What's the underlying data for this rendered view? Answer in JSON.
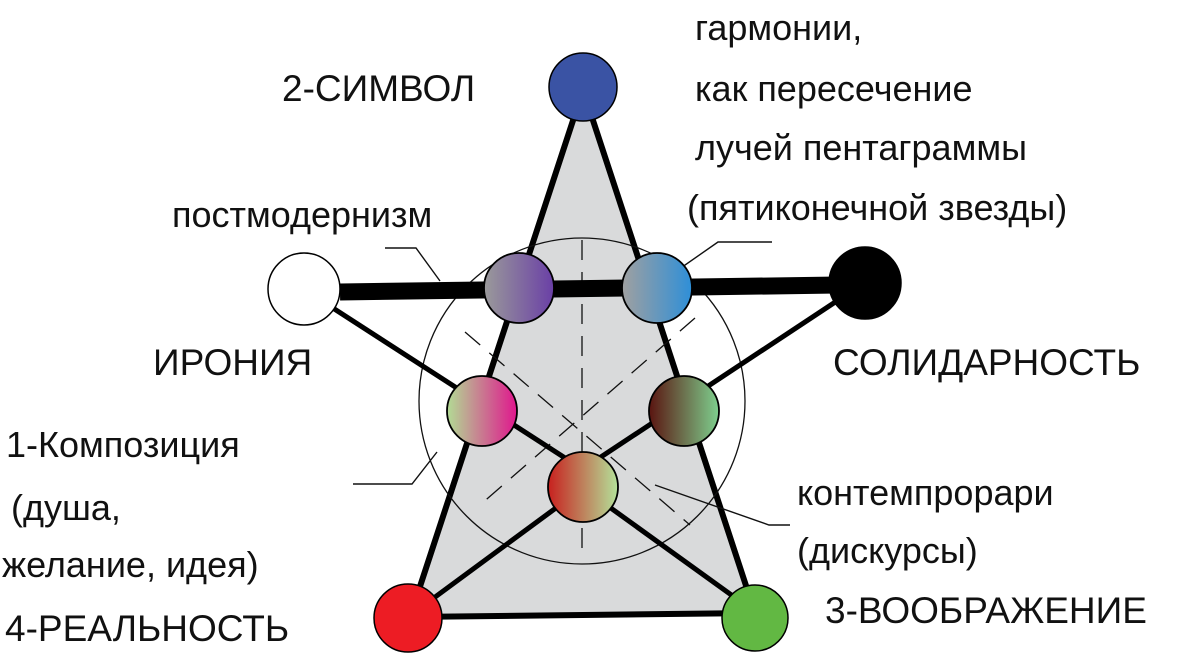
{
  "labels": {
    "symbol": "2-СИМВОЛ",
    "irony": "ИРОНИЯ",
    "solidarity": "СОЛИДАРНОСТЬ",
    "composition_1": "1-Композиция",
    "composition_2": "(душа,",
    "composition_3": "желание, идея)",
    "reality": "4-РЕАЛЬНОСТЬ",
    "imagination": "3-ВООБРАЖЕНИЕ",
    "postmodernism": "постмодернизм",
    "harmony_1": "гармонии,",
    "harmony_2": "как пересечение",
    "harmony_3": "лучей пентаграммы",
    "harmony_4": "(пятиконечной звезды)",
    "contemporary_1": "контемпрорари",
    "contemporary_2": "(дискурсы)"
  },
  "colors": {
    "symbol_node": "#3a53a4",
    "reality_node": "#ed1c24",
    "imagination_node": "#62b843",
    "solidarity_node": "#000000",
    "irony_node": "#ffffff",
    "triangle_fill": "#d9dadb"
  }
}
